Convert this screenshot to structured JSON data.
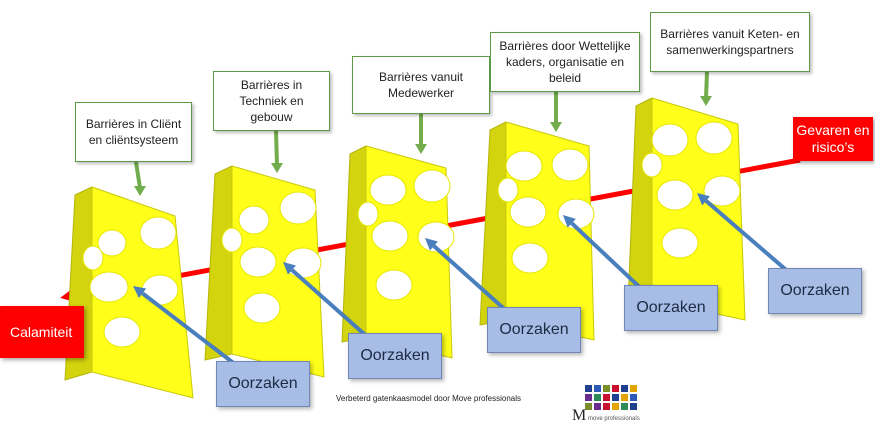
{
  "barriers": [
    "Barrières in Cliënt en cliëntsysteem",
    "Barrières in Techniek en gebouw",
    "Barrières vanuit Medewerker",
    "Barrières door Wettelijke kaders, organisatie en beleid",
    "Barrières vanuit Keten- en samenwerkingspartners"
  ],
  "cause_label": "Oorzaken",
  "hazard_label": "Gevaren en risico’s",
  "outcome_label": "Calamiteit",
  "caption": "Verbeterd gatenkaasmodel door Move professionals",
  "logo": {
    "letter": "M",
    "subtext": "move professionals"
  },
  "colors": {
    "cheese": "#ffff1a",
    "cheese_side": "#d3d30e",
    "hazard_arrow": "#ff0000",
    "cause_arrow": "#4a7fbd",
    "label_arrow": "#72ac4d",
    "cause_box": "#a7bde6"
  }
}
